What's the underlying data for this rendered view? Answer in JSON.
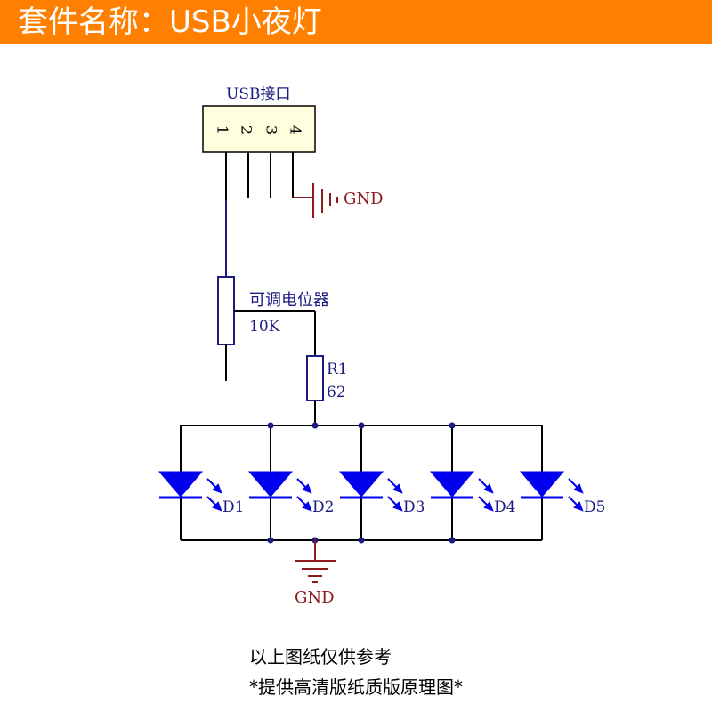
{
  "header": {
    "title": "套件名称：USB小夜灯",
    "background": "#ff8000"
  },
  "schematic": {
    "usb": {
      "label": "USB接口",
      "pins": [
        "1",
        "2",
        "3",
        "4"
      ]
    },
    "gnd_top": "GND",
    "potentiometer": {
      "name": "可调电位器",
      "value": "10K"
    },
    "resistor": {
      "ref": "R1",
      "value": "62"
    },
    "leds": [
      "D1",
      "D2",
      "D3",
      "D4",
      "D5"
    ],
    "gnd_bottom": "GND",
    "colors": {
      "wire": "#1a1a1a",
      "component": "#1a1a80",
      "led_fill": "#0000ee",
      "ground": "#8b1a1a"
    }
  },
  "footer": {
    "line1": "以上图纸仅供参考",
    "line2": "*提供高清版纸质版原理图*"
  }
}
